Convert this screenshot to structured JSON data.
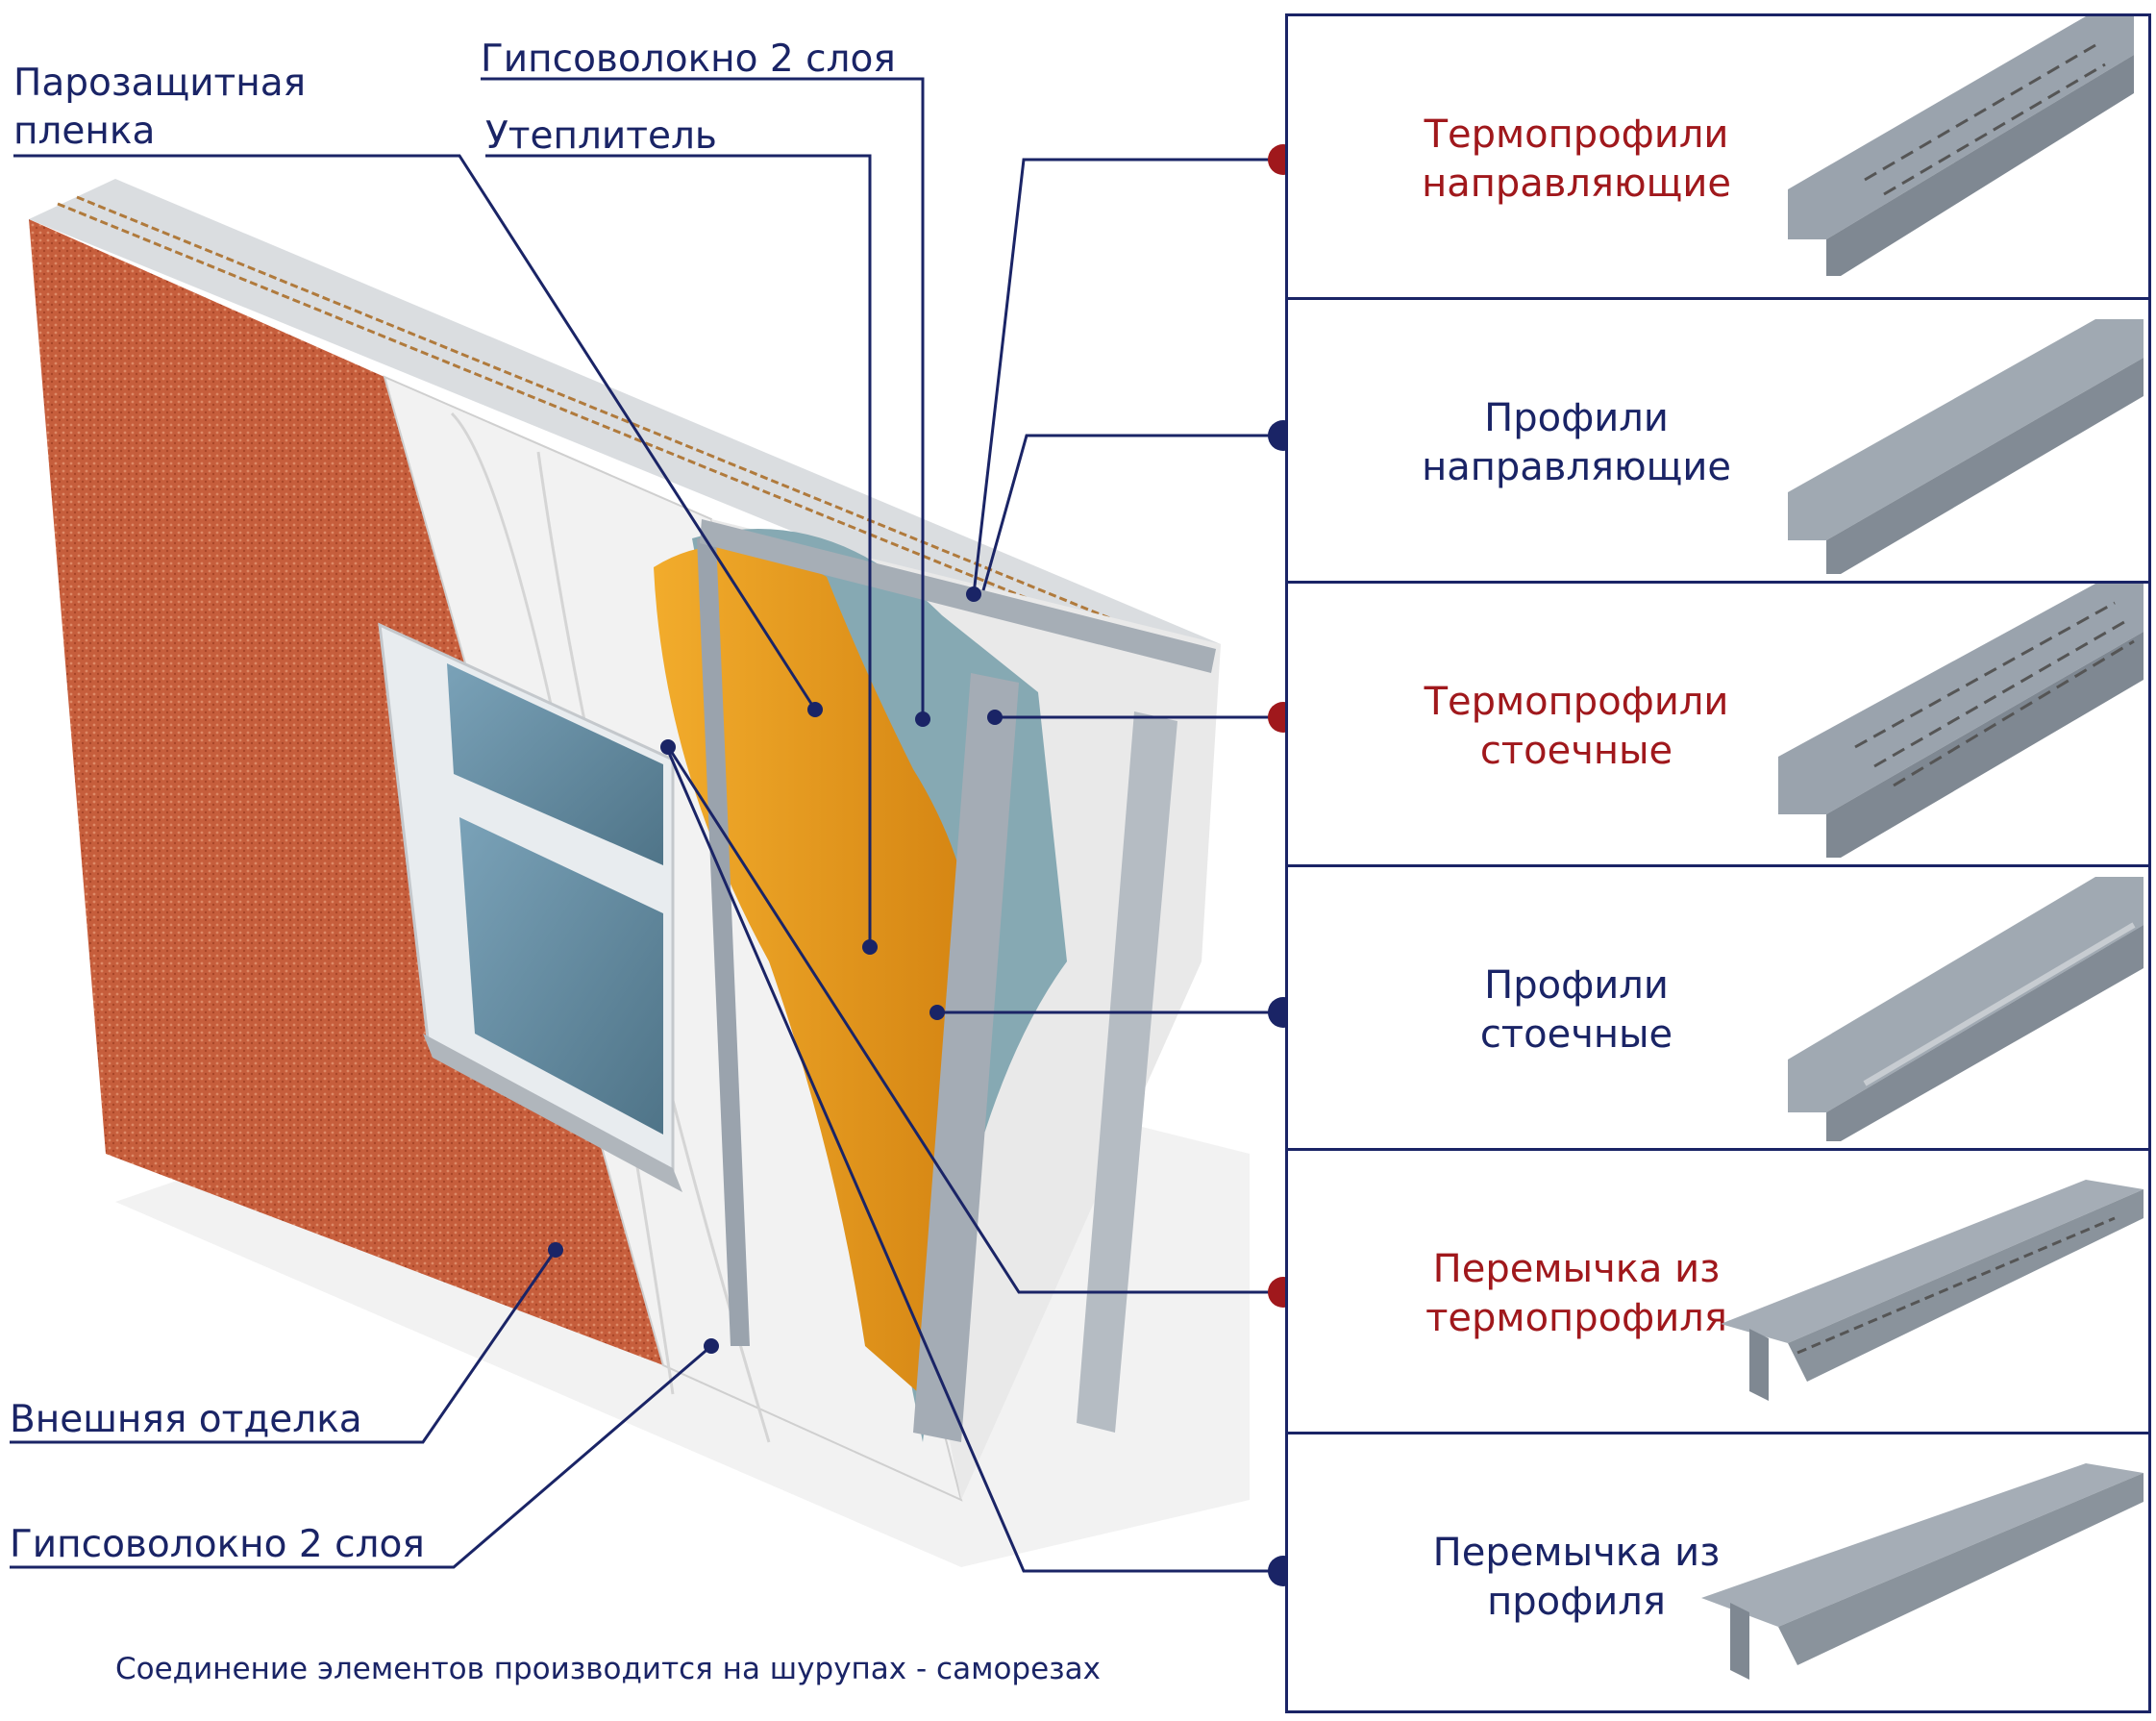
{
  "labels": {
    "vapor_film": "Парозащитная\nпленка",
    "gypsum_top": "Гипсоволокно 2 слоя",
    "insulation": "Утеплитель",
    "exterior": "Внешняя отделка",
    "gypsum_bottom": "Гипсоволокно 2 слоя"
  },
  "footnote": "Соединение элементов производится на шурупах - саморезах",
  "profiles": [
    {
      "title": "Термопрофили\nнаправляющие",
      "kind": "thermo",
      "shape": "track-perforated"
    },
    {
      "title": "Профили\nнаправляющие",
      "kind": "plain",
      "shape": "track"
    },
    {
      "title": "Термопрофили\nстоечные",
      "kind": "thermo",
      "shape": "stud-perforated"
    },
    {
      "title": "Профили\nстоечные",
      "kind": "plain",
      "shape": "stud"
    },
    {
      "title": "Перемычка из\nтермопрофиля",
      "kind": "thermo",
      "shape": "lintel-perforated"
    },
    {
      "title": "Перемычка из\nпрофиля",
      "kind": "plain",
      "shape": "lintel"
    }
  ],
  "colors": {
    "line": "#1a2466",
    "thermo_text": "#a0181c",
    "thermo_dot": "#a0181c",
    "plain_dot": "#1a2466",
    "exterior_finish": "#c25a3a",
    "insulation": "#e79a1c",
    "vapor_film": "#7fa3ad",
    "gypsum": "#eeeeee",
    "steel": "#9aa3ad"
  }
}
